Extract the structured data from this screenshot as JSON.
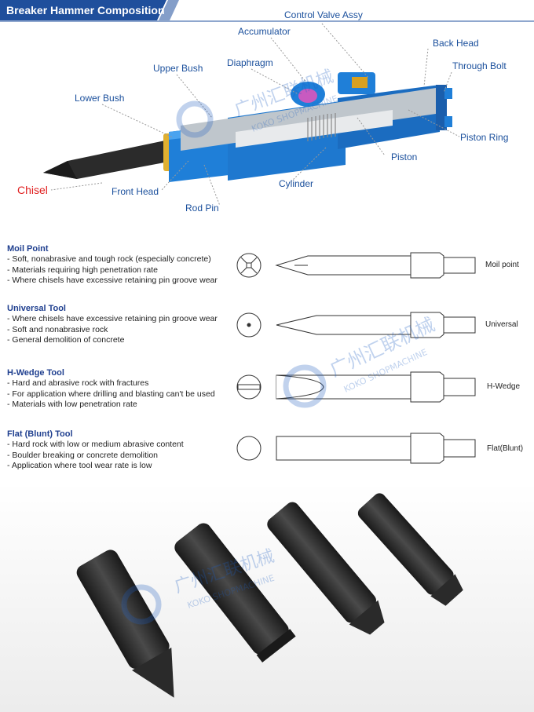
{
  "header": {
    "title": "Breaker Hammer Composition"
  },
  "callouts": {
    "control_valve": "Control Valve Assy",
    "accumulator": "Accumulator",
    "back_head": "Back Head",
    "diaphragm": "Diaphragm",
    "upper_bush": "Upper Bush",
    "through_bolt": "Through Bolt",
    "lower_bush": "Lower Bush",
    "piston_ring": "Piston Ring",
    "piston": "Piston",
    "chisel": "Chisel",
    "front_head": "Front Head",
    "cylinder": "Cylinder",
    "rod_pin": "Rod Pin"
  },
  "tools": [
    {
      "name": "Moil Point",
      "bullets": [
        "- Soft, nonabrasive and tough rock (especially concrete)",
        "- Materials requiring high penetration rate",
        "- Where chisels have excessive retaining pin groove wear"
      ],
      "side_label": "Moil point"
    },
    {
      "name": "Universal Tool",
      "bullets": [
        "- Where chisels have excessive retaining pin groove wear",
        "- Soft and nonabrasive rock",
        "- General demolition of concrete"
      ],
      "side_label": "Universal"
    },
    {
      "name": "H-Wedge Tool",
      "bullets": [
        "- Hard and abrasive rock with fractures",
        "- For application where drilling and blasting can't be used",
        "- Materials with low penetration rate"
      ],
      "side_label": "H-Wedge"
    },
    {
      "name": "Flat (Blunt) Tool",
      "bullets": [
        "- Hard rock with low or medium abrasive content",
        "- Boulder breaking or concrete demolition",
        "- Application where tool wear rate is low"
      ],
      "side_label": "Flat(Blunt)"
    }
  ],
  "watermark": {
    "cn": "广州汇联机械",
    "en": "KOKO SHOPMACHINE"
  },
  "colors": {
    "banner": "#1f4f9c",
    "body_blue": "#1f7fd8",
    "callout_text": "#1a4f9c",
    "chisel_red": "#e02020",
    "tool_title": "#1f3f8f",
    "steel": "#2b2b2b"
  },
  "icons": [
    "gear-logo-icon"
  ]
}
